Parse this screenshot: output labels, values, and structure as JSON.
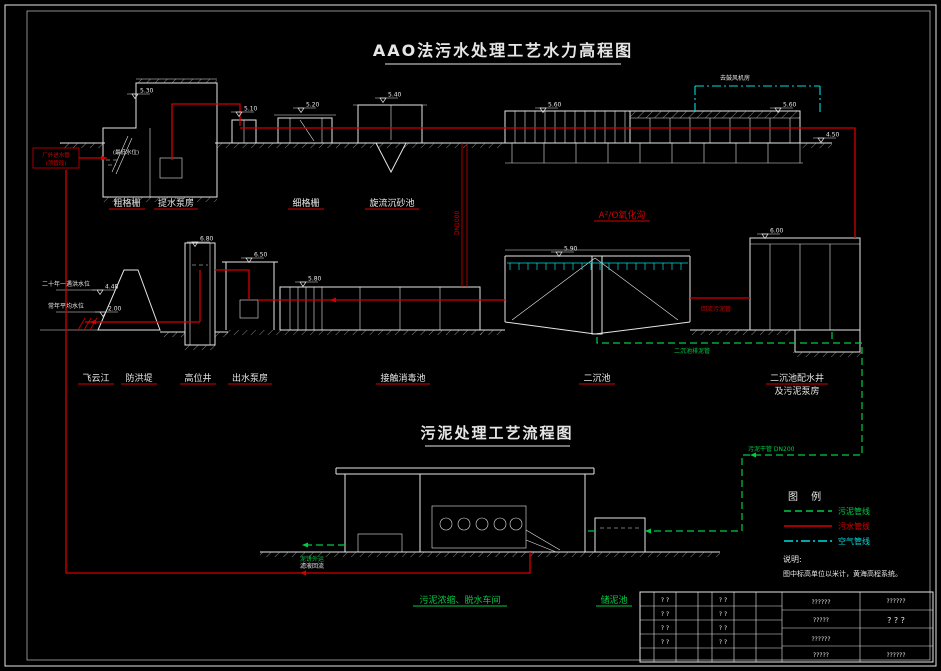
{
  "titles": {
    "main": "AAO法污水处理工艺水力高程图",
    "sludge": "污泥处理工艺流程图"
  },
  "structures": {
    "row1": [
      "粗格栅",
      "提水泵房",
      "细格栅",
      "旋流沉砂池"
    ],
    "row2": [
      "飞云江",
      "防洪堤",
      "高位井",
      "出水泵房",
      "接触消毒池",
      "二沉池"
    ],
    "dist_well_line1": "二沉池配水井",
    "dist_well_line2": "及污泥泵房",
    "row3": [
      "污泥浓缩、脱水车间",
      "储泥池"
    ]
  },
  "annotations": {
    "inlet_line1": "厂外进水管",
    "inlet_line2": "(顶管段)",
    "blower": "去鼓风机房",
    "oxidation": "A²/O氧化沟",
    "flood_level": "二十年一遇洪水位",
    "normal_level": "常年平均水位",
    "sludge_drain": "二沉池排泥管",
    "sludge_main": "污泥干管 DN200",
    "return_sludge": "回流污泥管",
    "cake_out": "泥饼外运",
    "filtrate": "滤液回流",
    "pipe_dn": "DN1000",
    "low_water": "(最低水位)"
  },
  "elevations": [
    {
      "v": "5.30"
    },
    {
      "v": "5.10"
    },
    {
      "v": "5.20"
    },
    {
      "v": "5.40"
    },
    {
      "v": "5.60"
    },
    {
      "v": "5.60"
    },
    {
      "v": "4.50"
    },
    {
      "v": "4.48"
    },
    {
      "v": "2.00"
    },
    {
      "v": "6.80"
    },
    {
      "v": "6.50"
    },
    {
      "v": "5.80"
    },
    {
      "v": "5.90"
    },
    {
      "v": "6.00"
    }
  ],
  "legend": {
    "title": "图  例",
    "items": [
      {
        "label": "污泥管线",
        "color": "#00cc44",
        "style": "dashed"
      },
      {
        "label": "污水管线",
        "color": "#d40000",
        "style": "solid"
      },
      {
        "label": "空气管线",
        "color": "#00dddd",
        "style": "dash-dot"
      }
    ]
  },
  "notes": {
    "title": "说明:",
    "body": "图中标高单位以米计，黄海高程系统。"
  },
  "titleblock": {
    "pair": "? ?",
    "wide": "??????",
    "med": "?????",
    "big": "? ? ?"
  },
  "colors": {
    "background": "#000000",
    "line": "#e6e6e6",
    "sewage": "#d40000",
    "sludge": "#00cc44",
    "air": "#00dddd"
  }
}
